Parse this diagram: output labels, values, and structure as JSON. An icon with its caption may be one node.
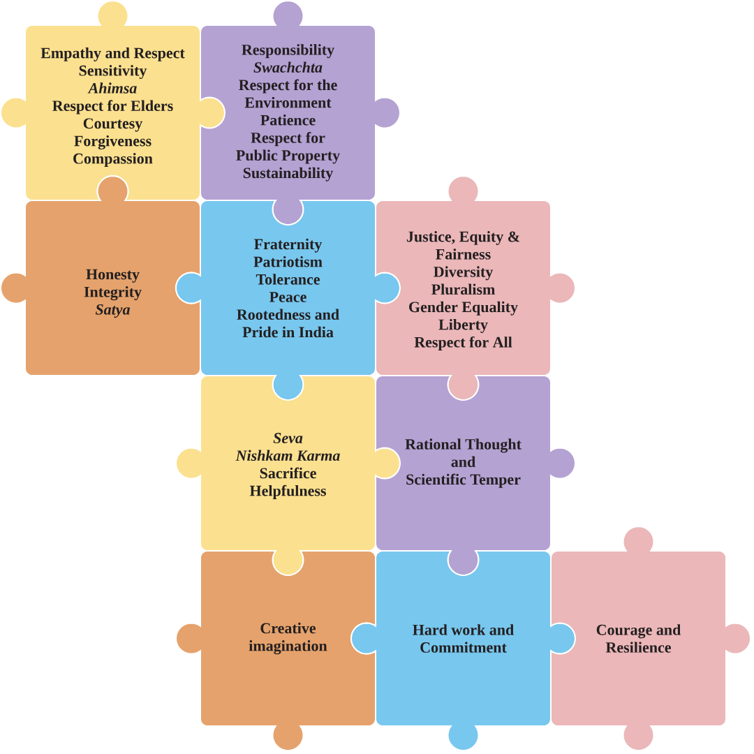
{
  "diagram": {
    "nodes": [
      {
        "text": [
          "Empathy and Respect",
          "Sensitivity",
          "Ahimsa",
          "Respect for Elders",
          "Courtesy",
          "Forgiveness",
          "Compassion"
        ]
      },
      {
        "text": [
          "Responsibility",
          "Swachchta",
          "Respect for the Environment",
          "Patience",
          "Respect for Public Property",
          "Sustainability"
        ]
      },
      {
        "text": [
          "Honesty",
          "Integrity",
          "Satya"
        ]
      },
      {
        "text": [
          "Fraternity",
          "Patriotism",
          "Tolerance",
          "Peace",
          "Rootedness and Pride in India"
        ]
      },
      {
        "text": [
          "Justice, Equity & Fairness",
          "Diversity",
          "Pluralism",
          "Gender Equality",
          "Liberty",
          "Respect for All"
        ]
      },
      {
        "text": [
          "Seva",
          "Nishkam Karma",
          "Sacrifice",
          "Helpfulness"
        ]
      },
      {
        "text": [
          "Rational Thought and Scientific Temper"
        ]
      },
      {
        "text": [
          "Creative imagination"
        ]
      },
      {
        "text": [
          "Hard work and Commitment"
        ]
      },
      {
        "text": [
          "Courage and Resilience"
        ]
      }
    ]
  }
}
